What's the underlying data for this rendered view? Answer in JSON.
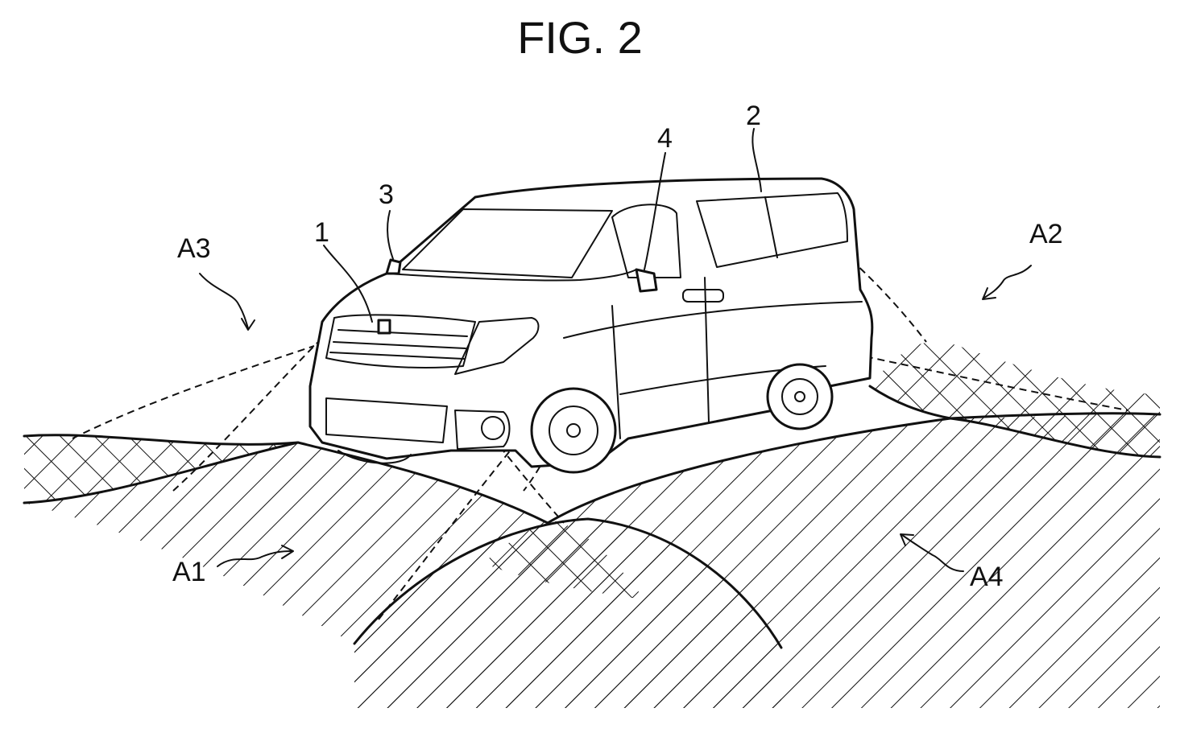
{
  "figure": {
    "title": "FIG. 2",
    "labels": {
      "n1": "1",
      "n2": "2",
      "n3": "3",
      "n4": "4",
      "a1": "A1",
      "a2": "A2",
      "a3": "A3",
      "a4": "A4"
    }
  }
}
